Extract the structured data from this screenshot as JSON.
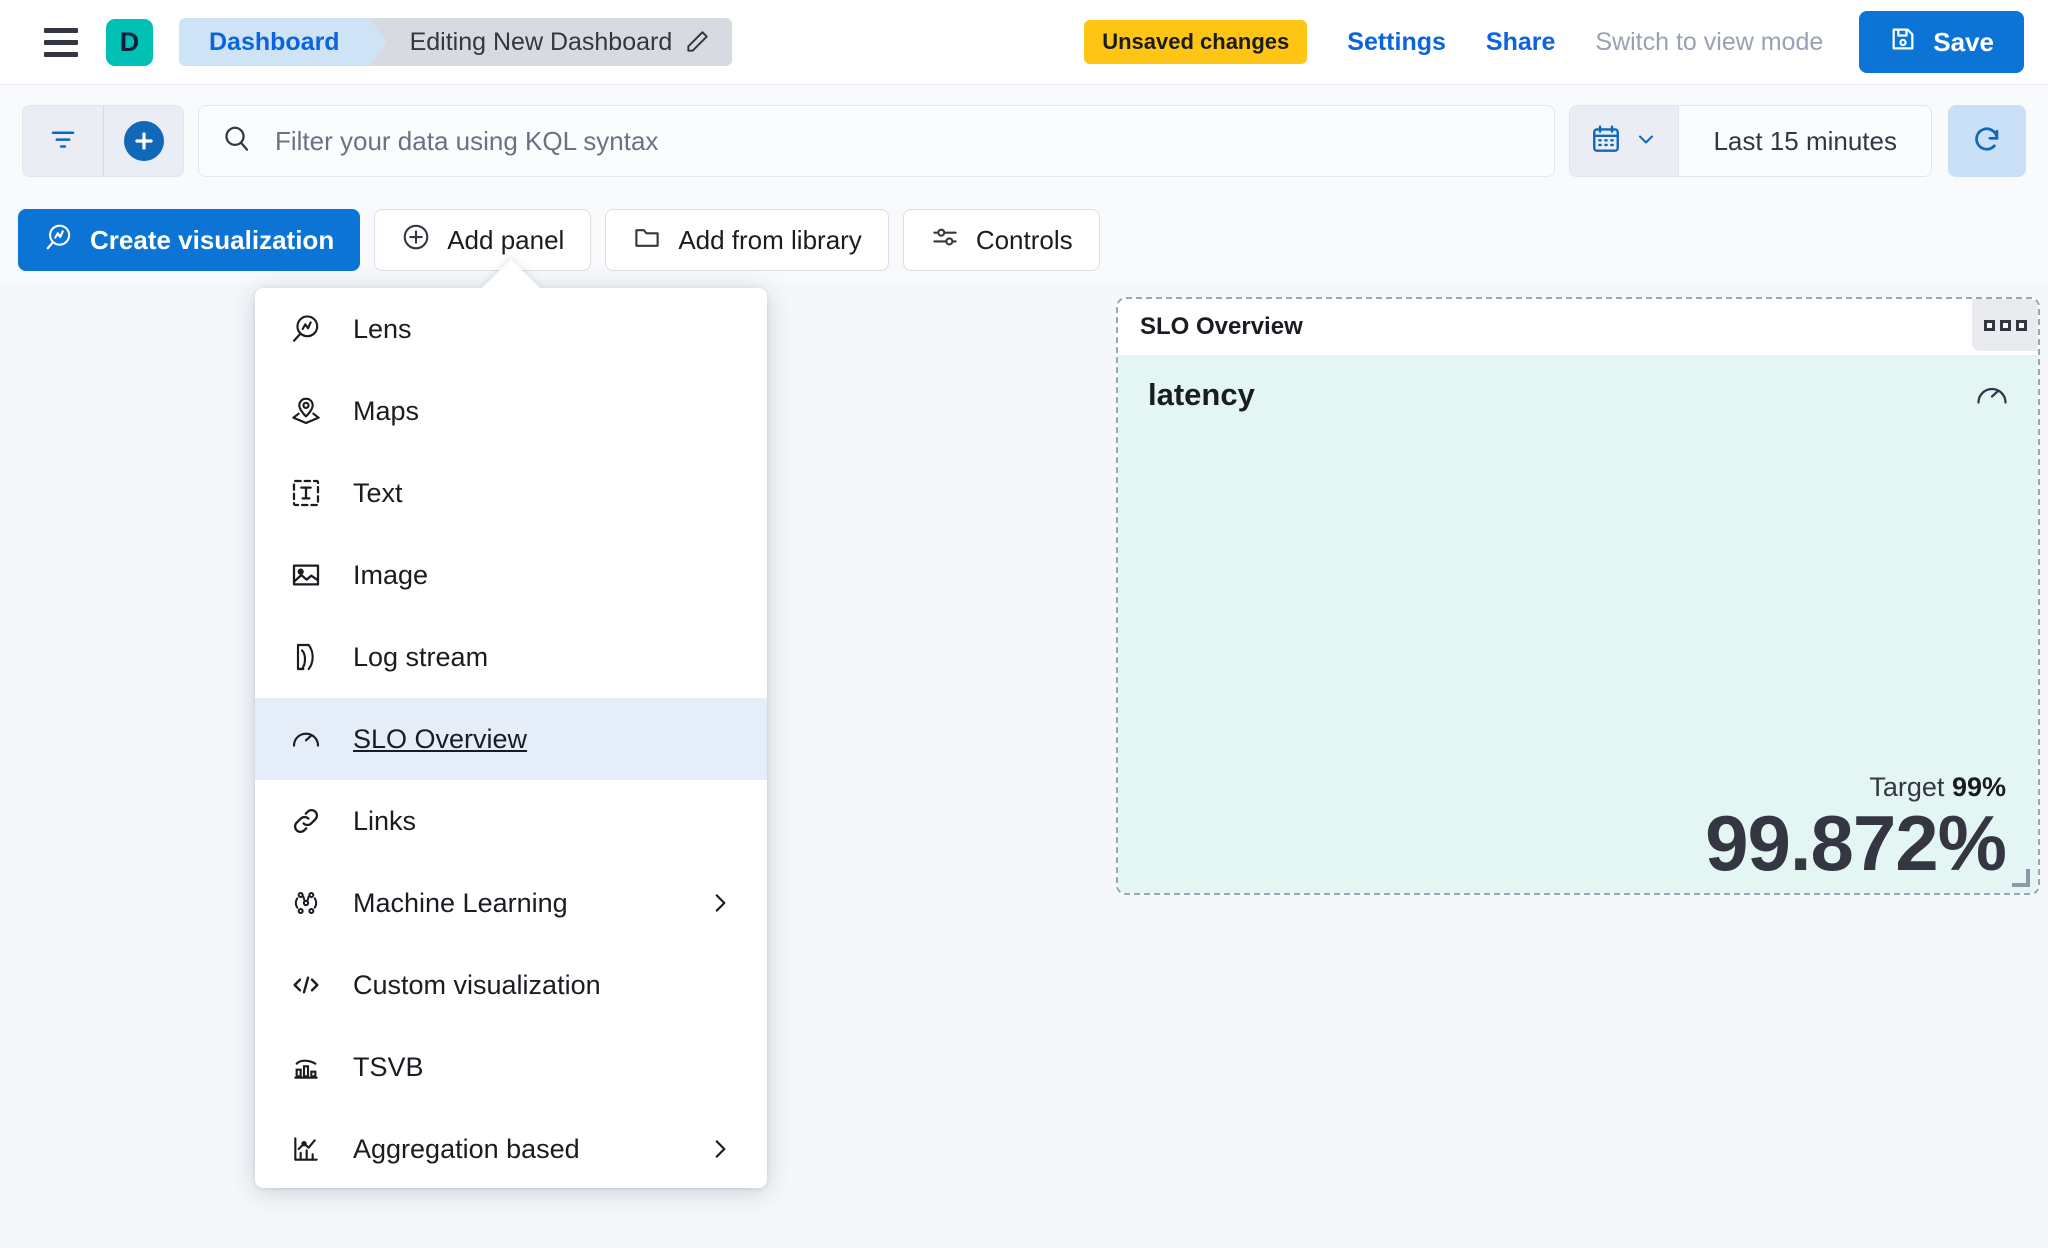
{
  "header": {
    "menu_icon": "hamburger-icon",
    "avatar_letter": "D",
    "breadcrumb_app": "Dashboard",
    "breadcrumb_current": "Editing New Dashboard",
    "edit_icon": "pencil-icon",
    "unsaved_badge": "Unsaved changes",
    "settings_link": "Settings",
    "share_link": "Share",
    "view_mode_link": "Switch to view mode",
    "save_label": "Save",
    "save_icon": "save-disk-icon"
  },
  "query_bar": {
    "filter_icon": "filter-icon",
    "add_filter_icon": "plus-circle-icon",
    "search_icon": "search-icon",
    "placeholder": "Filter your data using KQL syntax",
    "value": "",
    "calendar_icon": "calendar-icon",
    "calendar_caret": "chevron-down-icon",
    "time_range": "Last 15 minutes",
    "refresh_icon": "refresh-icon"
  },
  "toolbar": {
    "buttons": [
      {
        "label": "Create visualization",
        "icon": "lens-icon",
        "style": "primary"
      },
      {
        "label": "Add panel",
        "icon": "plus-circle-outline-icon",
        "style": "plain"
      },
      {
        "label": "Add from library",
        "icon": "folder-icon",
        "style": "plain"
      },
      {
        "label": "Controls",
        "icon": "controls-sliders-icon",
        "style": "plain"
      }
    ]
  },
  "add_panel_menu": {
    "items": [
      {
        "label": "Lens",
        "icon": "lens-icon",
        "selected": false,
        "has_submenu": false
      },
      {
        "label": "Maps",
        "icon": "maps-pin-icon",
        "selected": false,
        "has_submenu": false
      },
      {
        "label": "Text",
        "icon": "text-box-icon",
        "selected": false,
        "has_submenu": false
      },
      {
        "label": "Image",
        "icon": "image-icon",
        "selected": false,
        "has_submenu": false
      },
      {
        "label": "Log stream",
        "icon": "log-stream-icon",
        "selected": false,
        "has_submenu": false
      },
      {
        "label": "SLO Overview",
        "icon": "gauge-icon",
        "selected": true,
        "has_submenu": false
      },
      {
        "label": "Links",
        "icon": "link-icon",
        "selected": false,
        "has_submenu": false
      },
      {
        "label": "Machine Learning",
        "icon": "machine-learning-icon",
        "selected": false,
        "has_submenu": true
      },
      {
        "label": "Custom visualization",
        "icon": "code-icon",
        "selected": false,
        "has_submenu": false
      },
      {
        "label": "TSVB",
        "icon": "tsvb-chart-icon",
        "selected": false,
        "has_submenu": false
      },
      {
        "label": "Aggregation based",
        "icon": "aggregation-chart-icon",
        "selected": false,
        "has_submenu": true
      }
    ]
  },
  "slo_panel": {
    "panel_title": "SLO Overview",
    "context_menu_icon": "panel-context-menu-icon",
    "metric_name": "latency",
    "gauge_icon": "gauge-icon",
    "target_label": "Target",
    "target_value": "99%",
    "sli_value": "99.872%"
  },
  "colors": {
    "brand_teal": "#00bfb3",
    "primary_blue": "#0b74d4",
    "link_blue": "#0b64dd",
    "warning_yellow": "#fec514",
    "panel_body": "#e4f6f4",
    "menu_selected": "#e4edf8",
    "page_background": "#f5f7fa"
  }
}
